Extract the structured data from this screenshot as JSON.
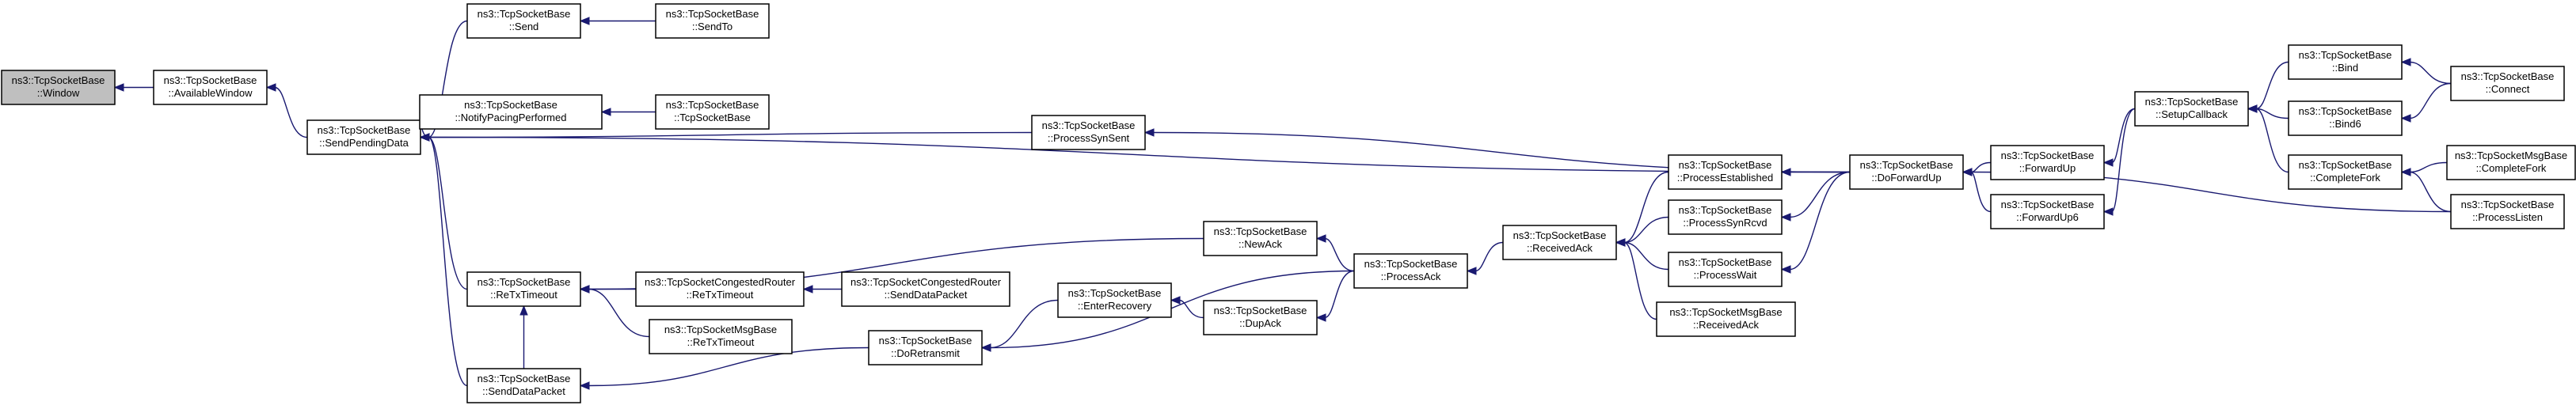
{
  "diagram": {
    "type": "call-graph",
    "colors": {
      "edge": "#191970",
      "node_border": "#000000",
      "root_fill": "#bfbfbf",
      "node_fill": "#ffffff"
    },
    "nodes": [
      {
        "id": "window",
        "lines": [
          "ns3::TcpSocketBase",
          "::Window"
        ],
        "root": true
      },
      {
        "id": "availablewindow",
        "lines": [
          "ns3::TcpSocketBase",
          "::AvailableWindow"
        ]
      },
      {
        "id": "sendpendingdata",
        "lines": [
          "ns3::TcpSocketBase",
          "::SendPendingData"
        ]
      },
      {
        "id": "send",
        "lines": [
          "ns3::TcpSocketBase",
          "::Send"
        ]
      },
      {
        "id": "sendto",
        "lines": [
          "ns3::TcpSocketBase",
          "::SendTo"
        ]
      },
      {
        "id": "notifypacing",
        "lines": [
          "ns3::TcpSocketBase",
          "::NotifyPacingPerformed"
        ]
      },
      {
        "id": "tcpsocketbase",
        "lines": [
          "ns3::TcpSocketBase",
          "::TcpSocketBase"
        ]
      },
      {
        "id": "processsynsent",
        "lines": [
          "ns3::TcpSocketBase",
          "::ProcessSynSent"
        ]
      },
      {
        "id": "retxtimeout",
        "lines": [
          "ns3::TcpSocketBase",
          "::ReTxTimeout"
        ]
      },
      {
        "id": "cr_retxtimeout",
        "lines": [
          "ns3::TcpSocketCongestedRouter",
          "::ReTxTimeout"
        ]
      },
      {
        "id": "cr_senddatapacket",
        "lines": [
          "ns3::TcpSocketCongestedRouter",
          "::SendDataPacket"
        ]
      },
      {
        "id": "msg_retxtimeout",
        "lines": [
          "ns3::TcpSocketMsgBase",
          "::ReTxTimeout"
        ]
      },
      {
        "id": "senddatapacket",
        "lines": [
          "ns3::TcpSocketBase",
          "::SendDataPacket"
        ]
      },
      {
        "id": "doretransmit",
        "lines": [
          "ns3::TcpSocketBase",
          "::DoRetransmit"
        ]
      },
      {
        "id": "enterrecovery",
        "lines": [
          "ns3::TcpSocketBase",
          "::EnterRecovery"
        ]
      },
      {
        "id": "dupack",
        "lines": [
          "ns3::TcpSocketBase",
          "::DupAck"
        ]
      },
      {
        "id": "newack",
        "lines": [
          "ns3::TcpSocketBase",
          "::NewAck"
        ]
      },
      {
        "id": "processack",
        "lines": [
          "ns3::TcpSocketBase",
          "::ProcessAck"
        ]
      },
      {
        "id": "receivedack",
        "lines": [
          "ns3::TcpSocketBase",
          "::ReceivedAck"
        ]
      },
      {
        "id": "processestablished",
        "lines": [
          "ns3::TcpSocketBase",
          "::ProcessEstablished"
        ]
      },
      {
        "id": "processsynrcvd",
        "lines": [
          "ns3::TcpSocketBase",
          "::ProcessSynRcvd"
        ]
      },
      {
        "id": "processwait",
        "lines": [
          "ns3::TcpSocketBase",
          "::ProcessWait"
        ]
      },
      {
        "id": "msg_receivedack",
        "lines": [
          "ns3::TcpSocketMsgBase",
          "::ReceivedAck"
        ]
      },
      {
        "id": "doforwardup",
        "lines": [
          "ns3::TcpSocketBase",
          "::DoForwardUp"
        ]
      },
      {
        "id": "forwardup",
        "lines": [
          "ns3::TcpSocketBase",
          "::ForwardUp"
        ]
      },
      {
        "id": "forwardup6",
        "lines": [
          "ns3::TcpSocketBase",
          "::ForwardUp6"
        ]
      },
      {
        "id": "setupcallback",
        "lines": [
          "ns3::TcpSocketBase",
          "::SetupCallback"
        ]
      },
      {
        "id": "bind",
        "lines": [
          "ns3::TcpSocketBase",
          "::Bind"
        ]
      },
      {
        "id": "bind6",
        "lines": [
          "ns3::TcpSocketBase",
          "::Bind6"
        ]
      },
      {
        "id": "completefork",
        "lines": [
          "ns3::TcpSocketBase",
          "::CompleteFork"
        ]
      },
      {
        "id": "connect",
        "lines": [
          "ns3::TcpSocketBase",
          "::Connect"
        ]
      },
      {
        "id": "msg_completefork",
        "lines": [
          "ns3::TcpSocketMsgBase",
          "::CompleteFork"
        ]
      },
      {
        "id": "processlisten",
        "lines": [
          "ns3::TcpSocketBase",
          "::ProcessListen"
        ]
      }
    ],
    "edges": [
      {
        "from": "availablewindow",
        "to": "window"
      },
      {
        "from": "sendpendingdata",
        "to": "availablewindow"
      },
      {
        "from": "send",
        "to": "sendpendingdata"
      },
      {
        "from": "sendto",
        "to": "send"
      },
      {
        "from": "notifypacing",
        "to": "sendpendingdata"
      },
      {
        "from": "tcpsocketbase",
        "to": "notifypacing"
      },
      {
        "from": "processsynsent",
        "to": "sendpendingdata"
      },
      {
        "from": "doforwardup",
        "to": "sendpendingdata"
      },
      {
        "from": "doforwardup",
        "to": "processsynsent"
      },
      {
        "from": "retxtimeout",
        "to": "sendpendingdata"
      },
      {
        "from": "senddatapacket",
        "to": "sendpendingdata"
      },
      {
        "from": "cr_retxtimeout",
        "to": "retxtimeout"
      },
      {
        "from": "cr_senddatapacket",
        "to": "cr_retxtimeout"
      },
      {
        "from": "msg_retxtimeout",
        "to": "retxtimeout"
      },
      {
        "from": "senddatapacket",
        "to": "retxtimeout"
      },
      {
        "from": "newack",
        "to": "retxtimeout"
      },
      {
        "from": "doretransmit",
        "to": "senddatapacket"
      },
      {
        "from": "enterrecovery",
        "to": "doretransmit"
      },
      {
        "from": "processack",
        "to": "doretransmit"
      },
      {
        "from": "dupack",
        "to": "enterrecovery"
      },
      {
        "from": "processack",
        "to": "dupack"
      },
      {
        "from": "processack",
        "to": "newack"
      },
      {
        "from": "receivedack",
        "to": "processack"
      },
      {
        "from": "processestablished",
        "to": "receivedack"
      },
      {
        "from": "processsynrcvd",
        "to": "receivedack"
      },
      {
        "from": "processwait",
        "to": "receivedack"
      },
      {
        "from": "msg_receivedack",
        "to": "receivedack"
      },
      {
        "from": "doforwardup",
        "to": "processestablished"
      },
      {
        "from": "doforwardup",
        "to": "processsynrcvd"
      },
      {
        "from": "doforwardup",
        "to": "processwait"
      },
      {
        "from": "forwardup",
        "to": "doforwardup"
      },
      {
        "from": "forwardup6",
        "to": "doforwardup"
      },
      {
        "from": "processlisten",
        "to": "doforwardup"
      },
      {
        "from": "setupcallback",
        "to": "forwardup"
      },
      {
        "from": "setupcallback",
        "to": "forwardup6"
      },
      {
        "from": "bind",
        "to": "setupcallback"
      },
      {
        "from": "bind6",
        "to": "setupcallback"
      },
      {
        "from": "completefork",
        "to": "setupcallback"
      },
      {
        "from": "connect",
        "to": "bind"
      },
      {
        "from": "connect",
        "to": "bind6"
      },
      {
        "from": "msg_completefork",
        "to": "completefork"
      },
      {
        "from": "processlisten",
        "to": "completefork"
      }
    ]
  }
}
